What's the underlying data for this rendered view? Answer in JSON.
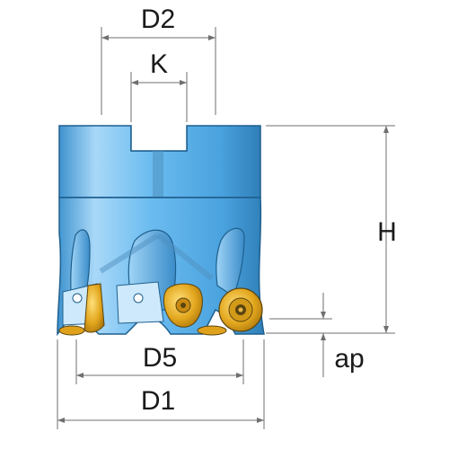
{
  "diagram": {
    "labels": {
      "d2": "D2",
      "k": "K",
      "h": "H",
      "d5": "D5",
      "d1": "D1",
      "ap": "ap"
    },
    "colors": {
      "body": "#5aaee6",
      "body_light": "#a9d8f8",
      "body_dark": "#2f7fb8",
      "outline": "#1e5f8e",
      "insert_gold": "#e0a21b",
      "insert_dark": "#5a4410",
      "dimension_line": "#6f6f6f"
    }
  }
}
